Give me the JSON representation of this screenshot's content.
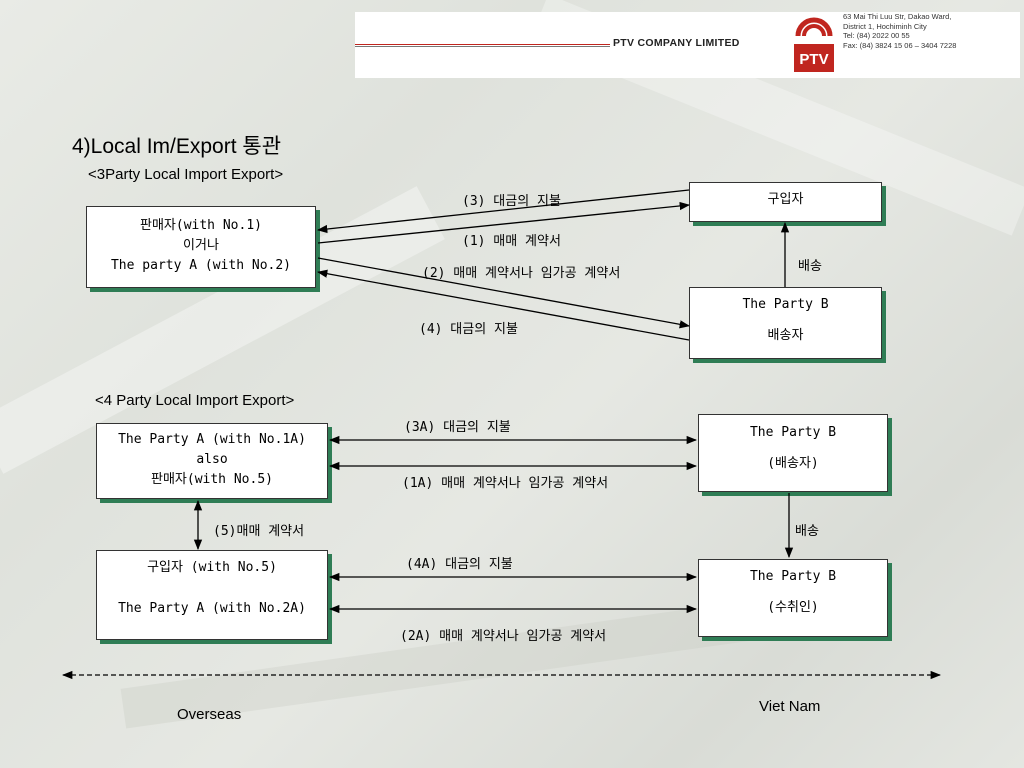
{
  "header": {
    "company_name": "PTV COMPANY LIMITED",
    "logo_text": "PTV",
    "address_lines": [
      "63 Mai Thi Luu Str, Dakao Ward,",
      "District 1, Hochiminh City",
      "Tel: (84) 2022 00 55",
      "Fax: (84) 3824 15 06 – 3404 7228"
    ]
  },
  "page_title": "4)Local Im/Export 통관",
  "section1": {
    "subtitle": "<3Party Local Import Export>",
    "seller_box": [
      "판매자(with No.1)",
      "이거나",
      "The party A (with No.2)"
    ],
    "buyer_box": [
      "구입자"
    ],
    "partyb_box": [
      "The Party B",
      "배송자"
    ],
    "labels": {
      "l3": "(3)  대금의 지불",
      "l1": "(1) 매매 계약서",
      "l2": "(2)  매매 계약서나 임가공 계약서",
      "l4": "(4)  대금의 지불",
      "delivery": "배송"
    }
  },
  "section2": {
    "subtitle": "<4 Party Local Import Export>",
    "partyA_box": [
      "The Party A (with No.1A)",
      "also",
      "판매자(with No.5)"
    ],
    "buyer_box": [
      "구입자 (with No.5)",
      "The Party A (with No.2A)"
    ],
    "partyB_box": [
      "The Party B",
      "(배송자)"
    ],
    "receiver_box": [
      "The Party B",
      "(수취인)"
    ],
    "labels": {
      "l3a": "(3A)  대금의 지불",
      "l1a": "(1A)  매매 계약서나 임가공 계약서",
      "l5": "(5)매매 계약서",
      "l4a": "(4A)  대금의 지불",
      "l2a": "(2A)  매매 계약서나 임가공 계약서",
      "delivery": "배송"
    }
  },
  "regions": {
    "left": "Overseas",
    "right": "Viet Nam"
  },
  "colors": {
    "box_shadow": "#2f7d55",
    "header_red": "#c0261f",
    "arrow": "#000000"
  }
}
